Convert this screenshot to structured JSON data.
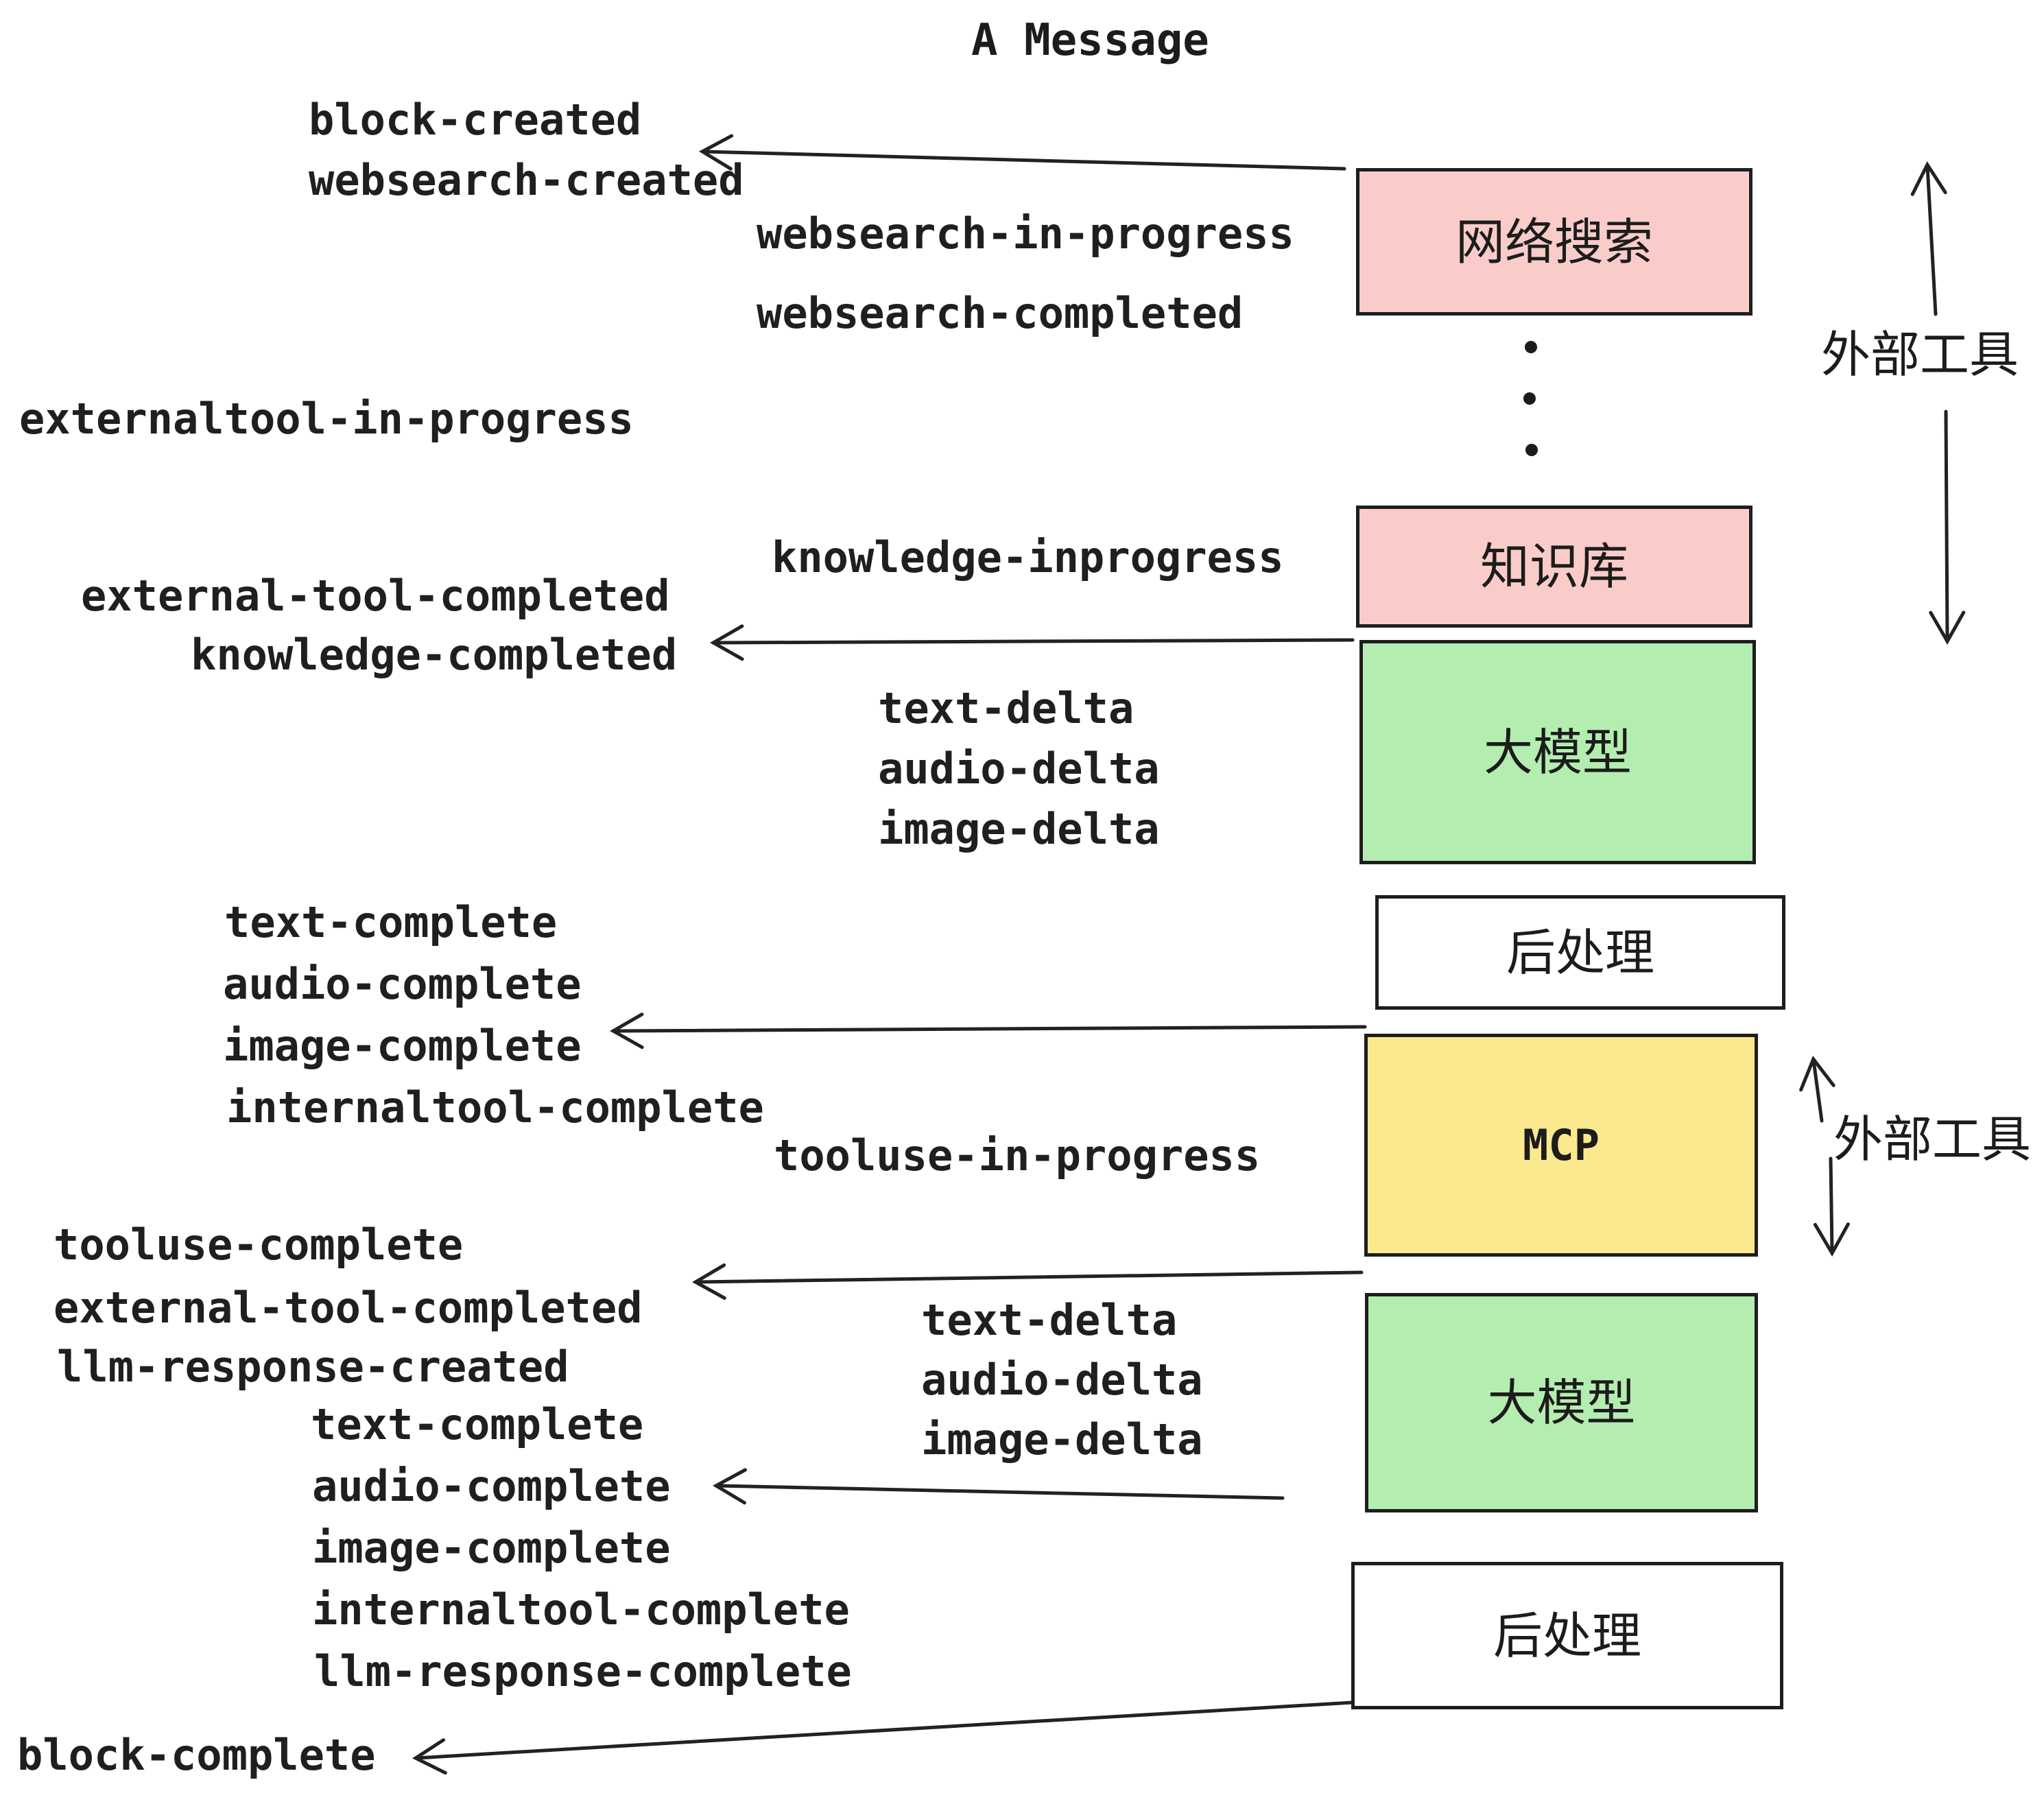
{
  "title": "A Message",
  "events": {
    "block_created": "block-created",
    "websearch_created": "websearch-created",
    "websearch_in_progress": "websearch-in-progress",
    "websearch_completed": "websearch-completed",
    "externaltool_in_progress": "externaltool-in-progress",
    "knowledge_inprogress": "knowledge-inprogress",
    "external_tool_completed_1": "external-tool-completed",
    "knowledge_completed": "knowledge-completed",
    "text_delta_1": "text-delta",
    "audio_delta_1": "audio-delta",
    "image_delta_1": "image-delta",
    "text_complete_1": "text-complete",
    "audio_complete_1": "audio-complete",
    "image_complete_1": "image-complete",
    "internaltool_complete_1": "internaltool-complete",
    "tooluse_in_progress": "tooluse-in-progress",
    "tooluse_complete": "tooluse-complete",
    "external_tool_completed_2": "external-tool-completed",
    "llm_response_created": "llm-response-created",
    "text_complete_2": "text-complete",
    "audio_complete_2": "audio-complete",
    "image_complete_2": "image-complete",
    "internaltool_complete_2": "internaltool-complete",
    "llm_response_complete": "llm-response-complete",
    "block_complete": "block-complete"
  },
  "boxes": {
    "websearch": {
      "label": "网络搜索",
      "fill": "#F9CCCA"
    },
    "knowledge": {
      "label": "知识库",
      "fill": "#F9CCCA"
    },
    "llm_1": {
      "label": "大模型",
      "fill": "#B4EDB0"
    },
    "post_1": {
      "label": "后处理",
      "fill": "#FFFFFF"
    },
    "mcp": {
      "label": "MCP",
      "fill": "#FAE98E"
    },
    "llm_2": {
      "label": "大模型",
      "fill": "#B4EDB0"
    },
    "post_2": {
      "label": "后处理",
      "fill": "#FFFFFF"
    }
  },
  "annotations": {
    "external_tools_top": "外部工具",
    "external_tools_bottom": "外部工具"
  },
  "colors": {
    "box_pink": "#F9CCCA",
    "box_green": "#B4EDB0",
    "box_yellow": "#FAE98E",
    "box_white": "#FFFFFF",
    "stroke": "#222222",
    "text": "#1F1F1F"
  }
}
